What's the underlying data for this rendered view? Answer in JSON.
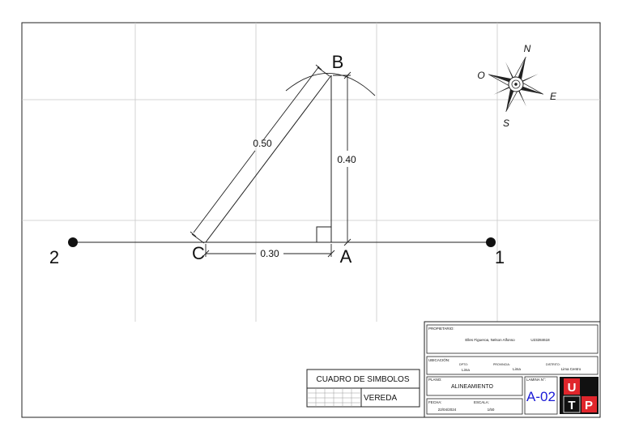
{
  "drawing": {
    "points": {
      "A": "A",
      "B": "B",
      "C": "C",
      "p1": "1",
      "p2": "2"
    },
    "dimensions": {
      "cb": "0.50",
      "ab": "0.40",
      "ca": "0.30"
    },
    "compass": {
      "n": "N",
      "s": "S",
      "e": "E",
      "w": "O"
    }
  },
  "symbols": {
    "title": "CUADRO DE SIMBOLOS",
    "item": "VEREDA"
  },
  "title_block": {
    "owner_label": "PROPIETARIO:",
    "owner_name": "Elles Figueroa, Nelson Alfonso",
    "owner_code": "U23284618",
    "location_label": "UBICACIÓN:",
    "dpto_label": "DPTO:",
    "dpto": "Lima",
    "provincia_label": "PROVINCIA:",
    "provincia": "Lima",
    "distrito_label": "DISTRITO:",
    "distrito": "Lima Centro",
    "plan_label": "PLANO:",
    "plan": "ALINEAMIENTO",
    "sheet_label": "LAMINA N°:",
    "sheet": "A-02",
    "date_label": "FECHA:",
    "date": "22/04/2024",
    "scale_label": "ESCALA:",
    "scale": "1/50",
    "logo_letters": [
      "U",
      "T",
      "P"
    ]
  },
  "colors": {
    "sheet_number": "#1a1ad6",
    "logo_red": "#e0262c",
    "logo_black": "#111111",
    "grid": "#c8c8c8"
  }
}
